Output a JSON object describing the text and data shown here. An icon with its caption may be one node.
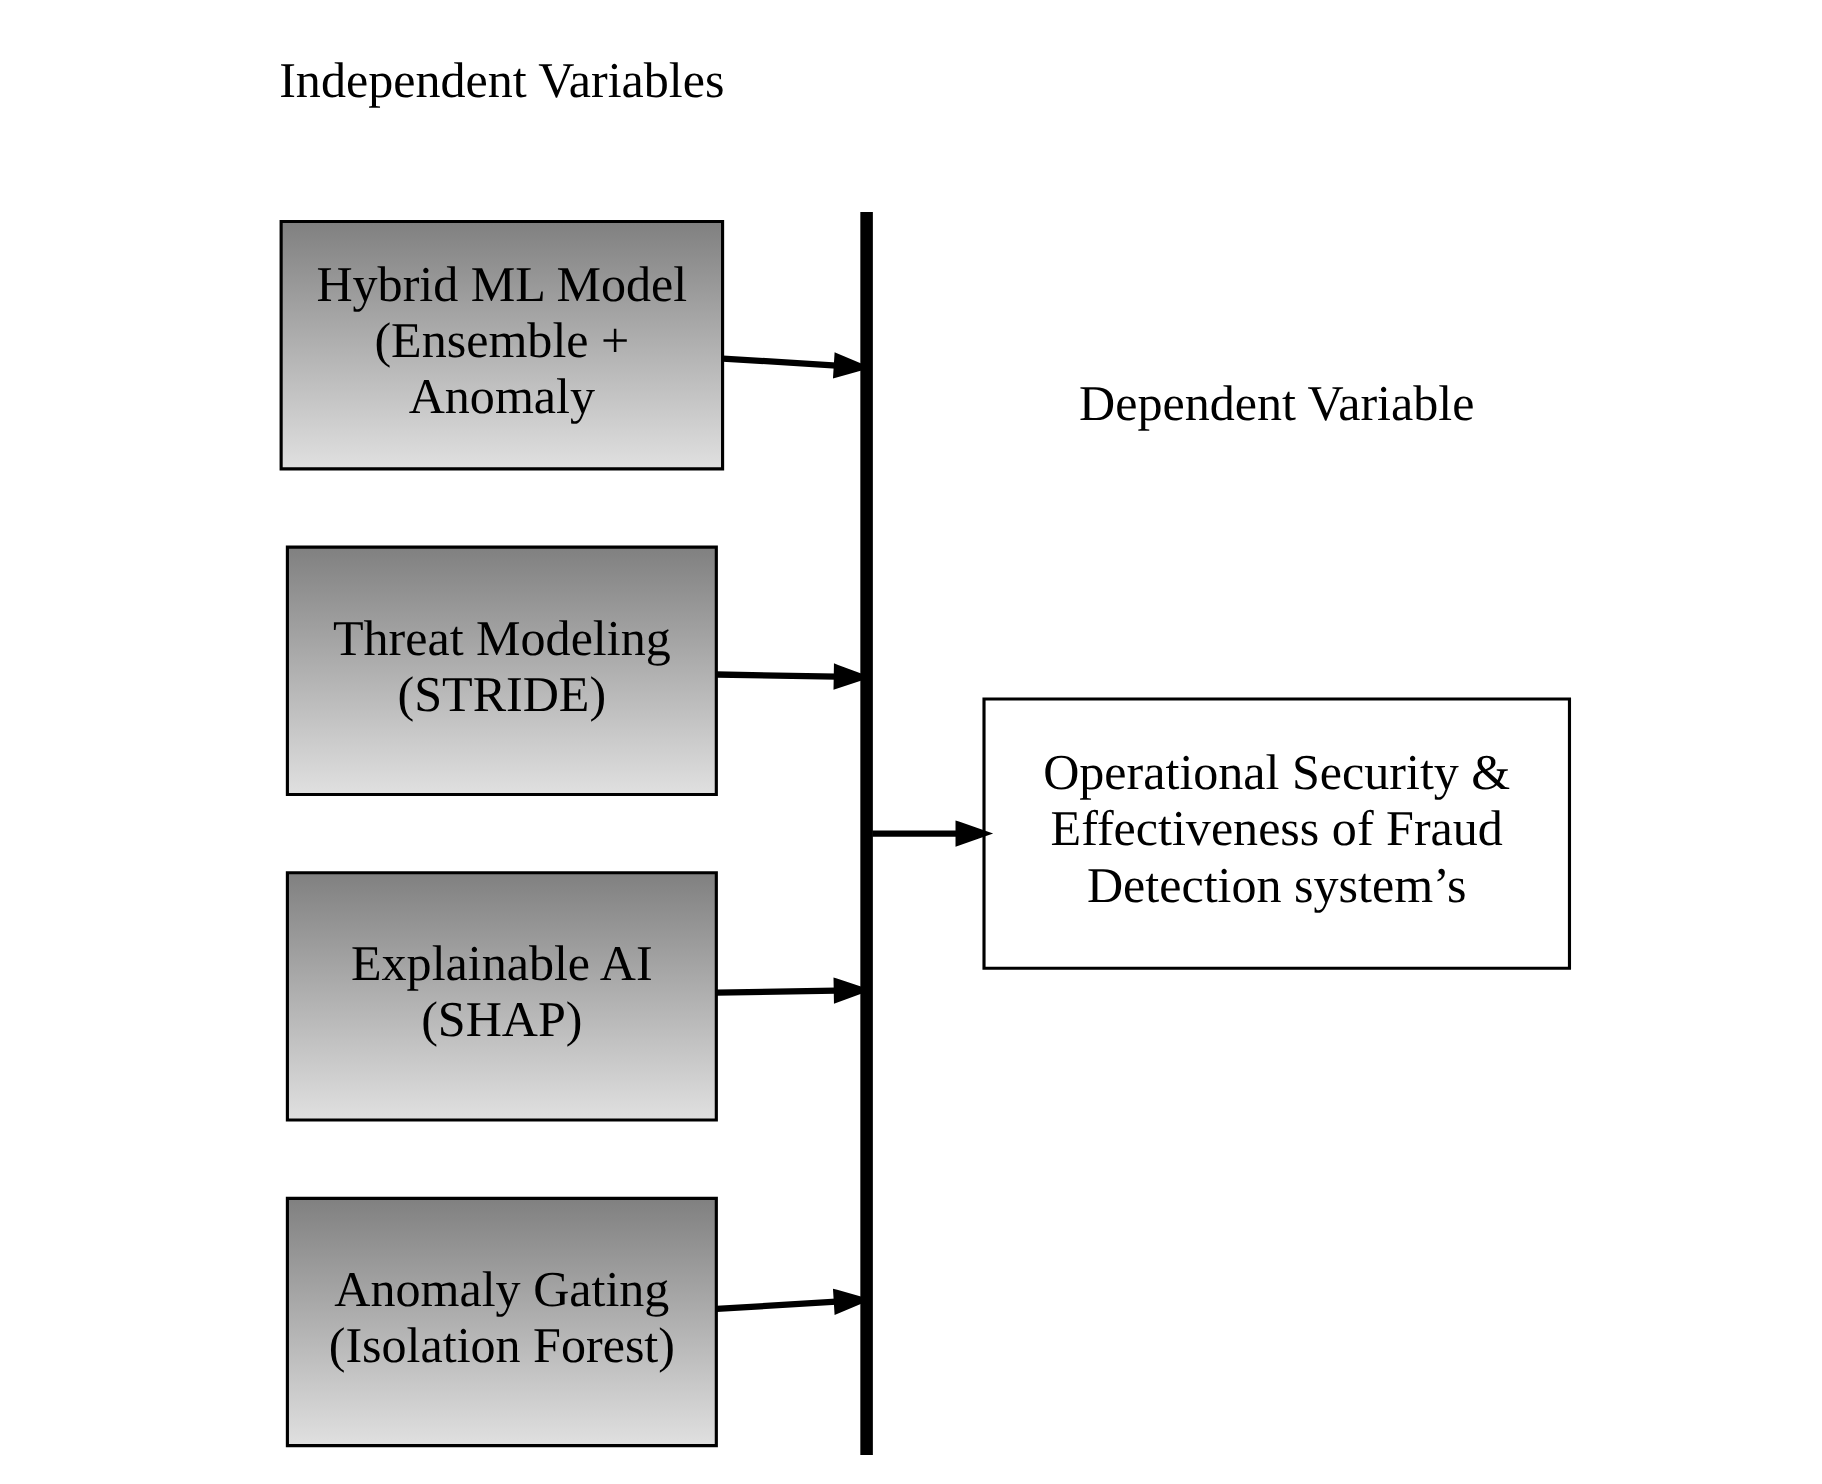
{
  "diagram": {
    "nodes": [
      {
        "text": [
          "Hybrid ML Model (Ensemble + Anomaly"
        ]
      },
      {
        "text": [
          "Threat Modeling",
          "(STRIDE)"
        ]
      },
      {
        "text": [
          "Explainable AI (SHAP)"
        ]
      },
      {
        "text": [
          "Anomaly Gating (Isolation Forest)"
        ]
      },
      {
        "text": [],
        "shape": "bar"
      },
      {
        "text": [
          "Operational Security & Effectiveness of Fraud Detection system’s"
        ]
      }
    ],
    "edges": [
      {
        "from": 0,
        "to": 4,
        "arrow": "to"
      },
      {
        "from": 1,
        "to": 4,
        "arrow": "to"
      },
      {
        "from": 2,
        "to": 4,
        "arrow": "to"
      },
      {
        "from": 3,
        "to": 4,
        "arrow": "to"
      },
      {
        "from": 4,
        "to": 5,
        "arrow": "to"
      }
    ],
    "labels": [
      "Independent Variables",
      "Dependent Variable"
    ]
  }
}
